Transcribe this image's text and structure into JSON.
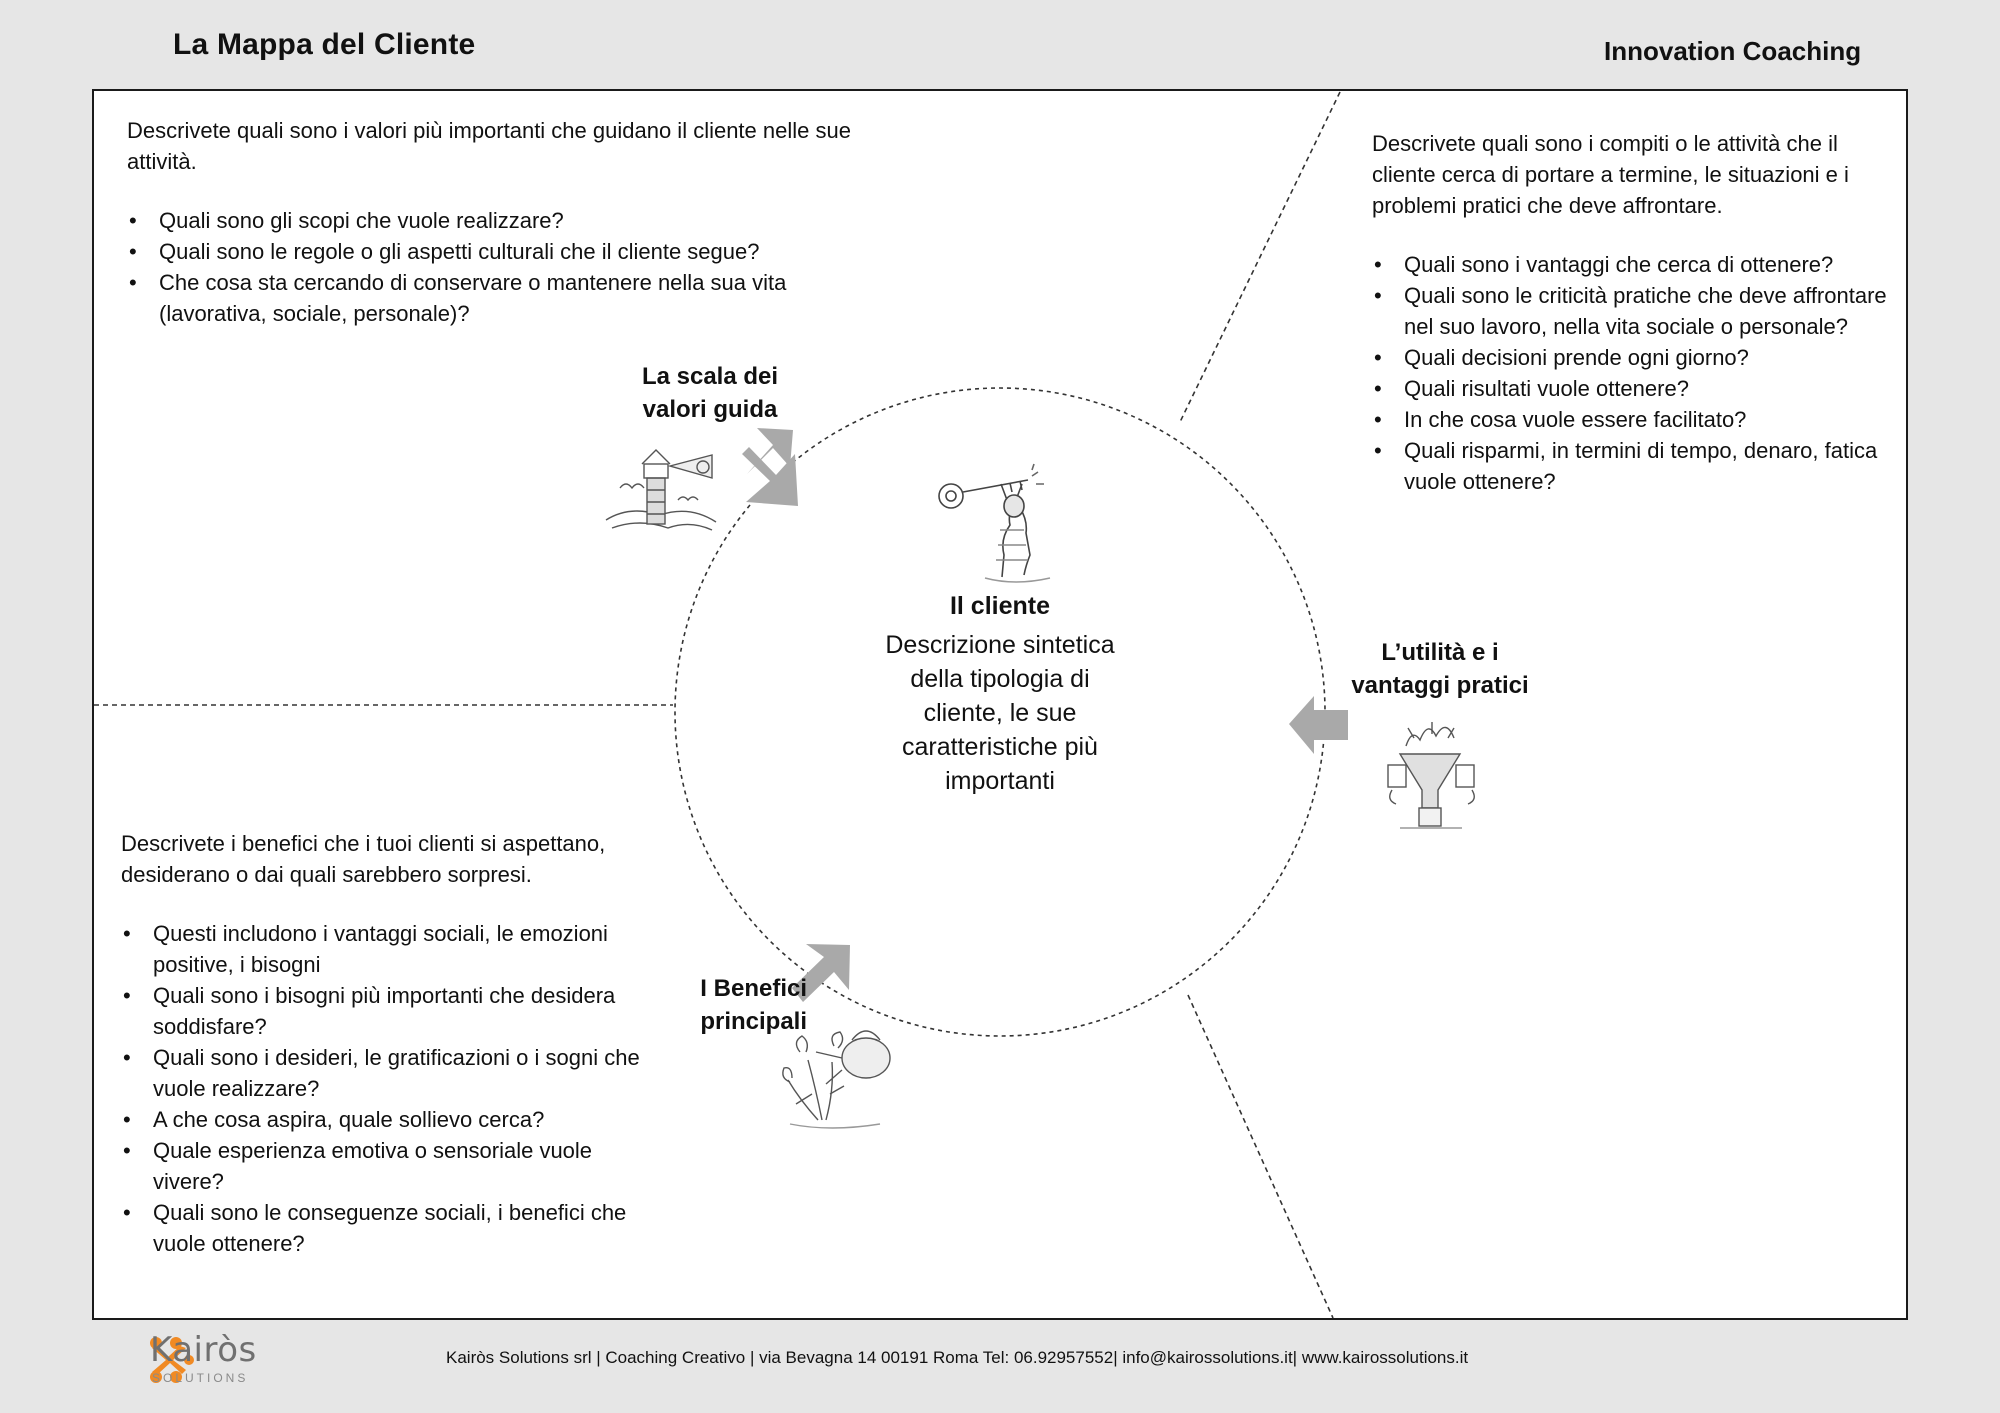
{
  "header": {
    "title": "La Mappa del Cliente",
    "brand": "Innovation Coaching"
  },
  "top_left": {
    "intro": "Descrivete quali sono i valori più importanti che guidano il cliente nelle sue attività.",
    "bullets": [
      "Quali sono gli scopi che vuole realizzare?",
      "Quali sono le regole o gli aspetti culturali che il cliente segue?",
      "Che cosa sta cercando di conservare o mantenere nella sua vita (lavorativa, sociale, personale)?"
    ]
  },
  "top_right": {
    "intro": "Descrivete quali sono i compiti o le attività che il cliente cerca di portare a termine, le situazioni e i problemi pratici che deve affrontare.",
    "bullets": [
      "Quali sono i vantaggi che cerca di ottenere?",
      "Quali sono le criticità pratiche che deve affrontare nel suo lavoro, nella vita sociale o personale?",
      "Quali decisioni prende ogni giorno?",
      "Quali risultati vuole ottenere?",
      "In che cosa vuole essere facilitato?",
      "Quali risparmi, in termini di tempo, denaro, fatica vuole ottenere?"
    ]
  },
  "bottom_left": {
    "intro": "Descrivete i benefici che i tuoi clienti si aspettano, desiderano o dai quali sarebbero sorpresi.",
    "bullets": [
      "Questi includono i vantaggi sociali, le emozioni positive, i bisogni",
      "Quali sono i bisogni più importanti che desidera soddisfare?",
      "Quali sono i desideri, le gratificazioni o i sogni che vuole realizzare?",
      "A che cosa aspira, quale sollievo cerca?",
      "Quale esperienza emotiva o sensoriale vuole vivere?",
      "Quali sono le conseguenze sociali, i benefici che vuole ottenere?"
    ]
  },
  "labels": {
    "values_line1": "La scala dei",
    "values_line2": "valori guida",
    "util_line1": "L’utilità e i",
    "util_line2": "vantaggi pratici",
    "benef_line1": "I Benefici",
    "benef_line2": "principali"
  },
  "center": {
    "title": "Il cliente",
    "description": "Descrizione sintetica della tipologia di cliente, le sue caratteristiche più importanti"
  },
  "footer": {
    "text": "Kairòs Solutions srl | Coaching Creativo | via Bevagna 14 00191 Roma Tel: 06.92957552| info@kairossolutions.it| www.kairossolutions.it",
    "logo_word": "Kairòs",
    "logo_sub": "SOLUTIONS"
  },
  "colors": {
    "accent_orange": "#f08a24",
    "arrow_gray": "#a9a9a9"
  },
  "icons": [
    "lighthouse-icon",
    "key-figure-icon",
    "funnel-icon",
    "watering-can-icon",
    "kairos-logo-icon"
  ]
}
